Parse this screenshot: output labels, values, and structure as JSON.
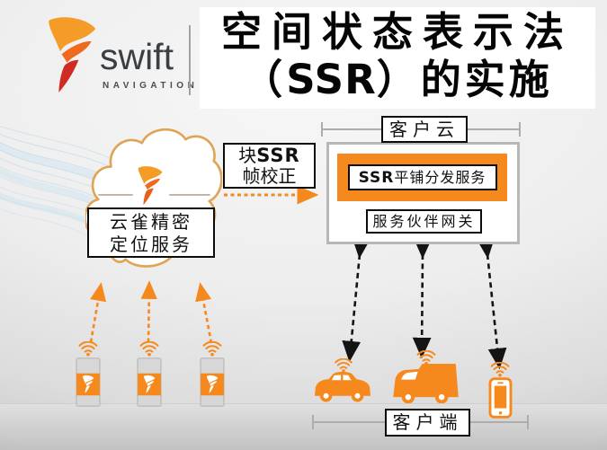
{
  "header": {
    "brand": "swift",
    "brand_sub": "NAVIGATION",
    "title": {
      "line1": "空间状态表示法",
      "line2_open": "（",
      "line2_ssr": "SSR",
      "line2_close": "）的实施"
    }
  },
  "diagram": {
    "skylark_cloud": {
      "label_line1": "云雀精密",
      "label_line2": "定位服务"
    },
    "correction_box": {
      "line1_cn": "块",
      "line1_ssr": "SSR",
      "line2": "帧校正"
    },
    "customer_cloud": {
      "bracket_label": "客户云",
      "ssr_service_ssr": "SSR",
      "ssr_service_rest": "平铺分发服务",
      "gateway": "服务伙伴网关"
    },
    "client": {
      "bracket_label": "客户端"
    }
  },
  "icons": {
    "swift-bird-icon": "stylized swift bird logo (svg shape)",
    "cloud-icon": "outlined cloud (svg shape)",
    "wifi-signal-icon": "three arcs with dot (svg shape)",
    "receiver-icon": "gnss base station pillar (svg shape)",
    "car-icon": "orange car silhouette (svg shape)",
    "van-icon": "orange delivery van silhouette (svg shape)",
    "smartphone-icon": "orange outlined phone (svg shape)",
    "dashed-arrow-orange": "orange dashed arrow",
    "dashed-arrow-black": "black dashed double-headed arrow"
  },
  "colors": {
    "brand_orange": "#F5891D",
    "accent_red": "#CF2B23",
    "cloud_outline": "#DFA455",
    "mesh_blue": "#A9D2E8",
    "box_border": "#0C0C0C",
    "gray_box_border": "#B7B7B7",
    "bracket_line": "#ADADAD",
    "title_bg": "#FFFFFF"
  }
}
